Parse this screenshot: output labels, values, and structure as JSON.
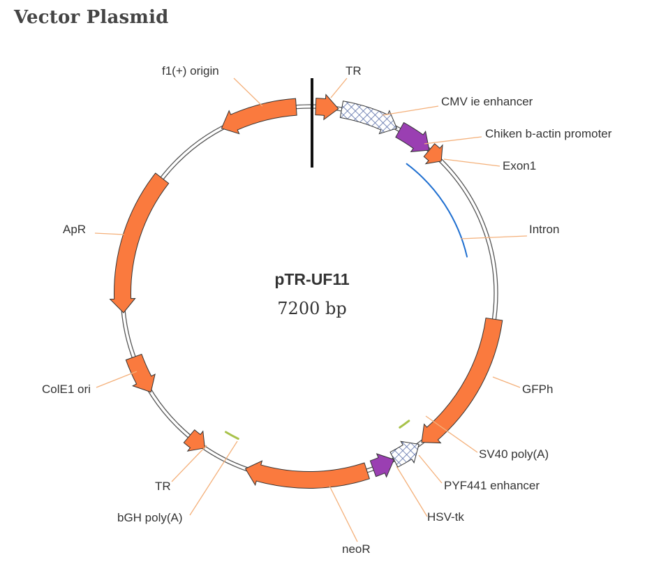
{
  "page": {
    "title": "Vector Plasmid"
  },
  "plasmid": {
    "name": "pTR-UF11",
    "size": "7200 bp",
    "colors": {
      "orange": "#fa7a3e",
      "purple": "#9a3fb2",
      "hatch": "#c8ddf2",
      "blue_line": "#1f6fd0",
      "green_line": "#a8c24a",
      "backbone": "#555555",
      "leader": "#f4b07a"
    },
    "features": [
      {
        "label": "f1(+) origin",
        "kind": "orange-arrow"
      },
      {
        "label": "TR",
        "kind": "orange-arrow"
      },
      {
        "label": "CMV ie enhancer",
        "kind": "hatched-arrow"
      },
      {
        "label": "Chiken b-actin promoter",
        "kind": "purple-arrow"
      },
      {
        "label": "Exon1",
        "kind": "orange-arrow"
      },
      {
        "label": "Intron",
        "kind": "blue-line"
      },
      {
        "label": "GFPh",
        "kind": "orange-arrow"
      },
      {
        "label": "SV40 poly(A)",
        "kind": "green-line"
      },
      {
        "label": "PYF441 enhancer",
        "kind": "hatched-arrow"
      },
      {
        "label": "HSV-tk",
        "kind": "purple-arrow"
      },
      {
        "label": "neoR",
        "kind": "orange-arrow"
      },
      {
        "label": "bGH poly(A)",
        "kind": "green-line"
      },
      {
        "label": "TR",
        "kind": "orange-arrow"
      },
      {
        "label": "ColE1 ori",
        "kind": "orange-arrow"
      },
      {
        "label": "ApR",
        "kind": "orange-arrow"
      }
    ]
  }
}
